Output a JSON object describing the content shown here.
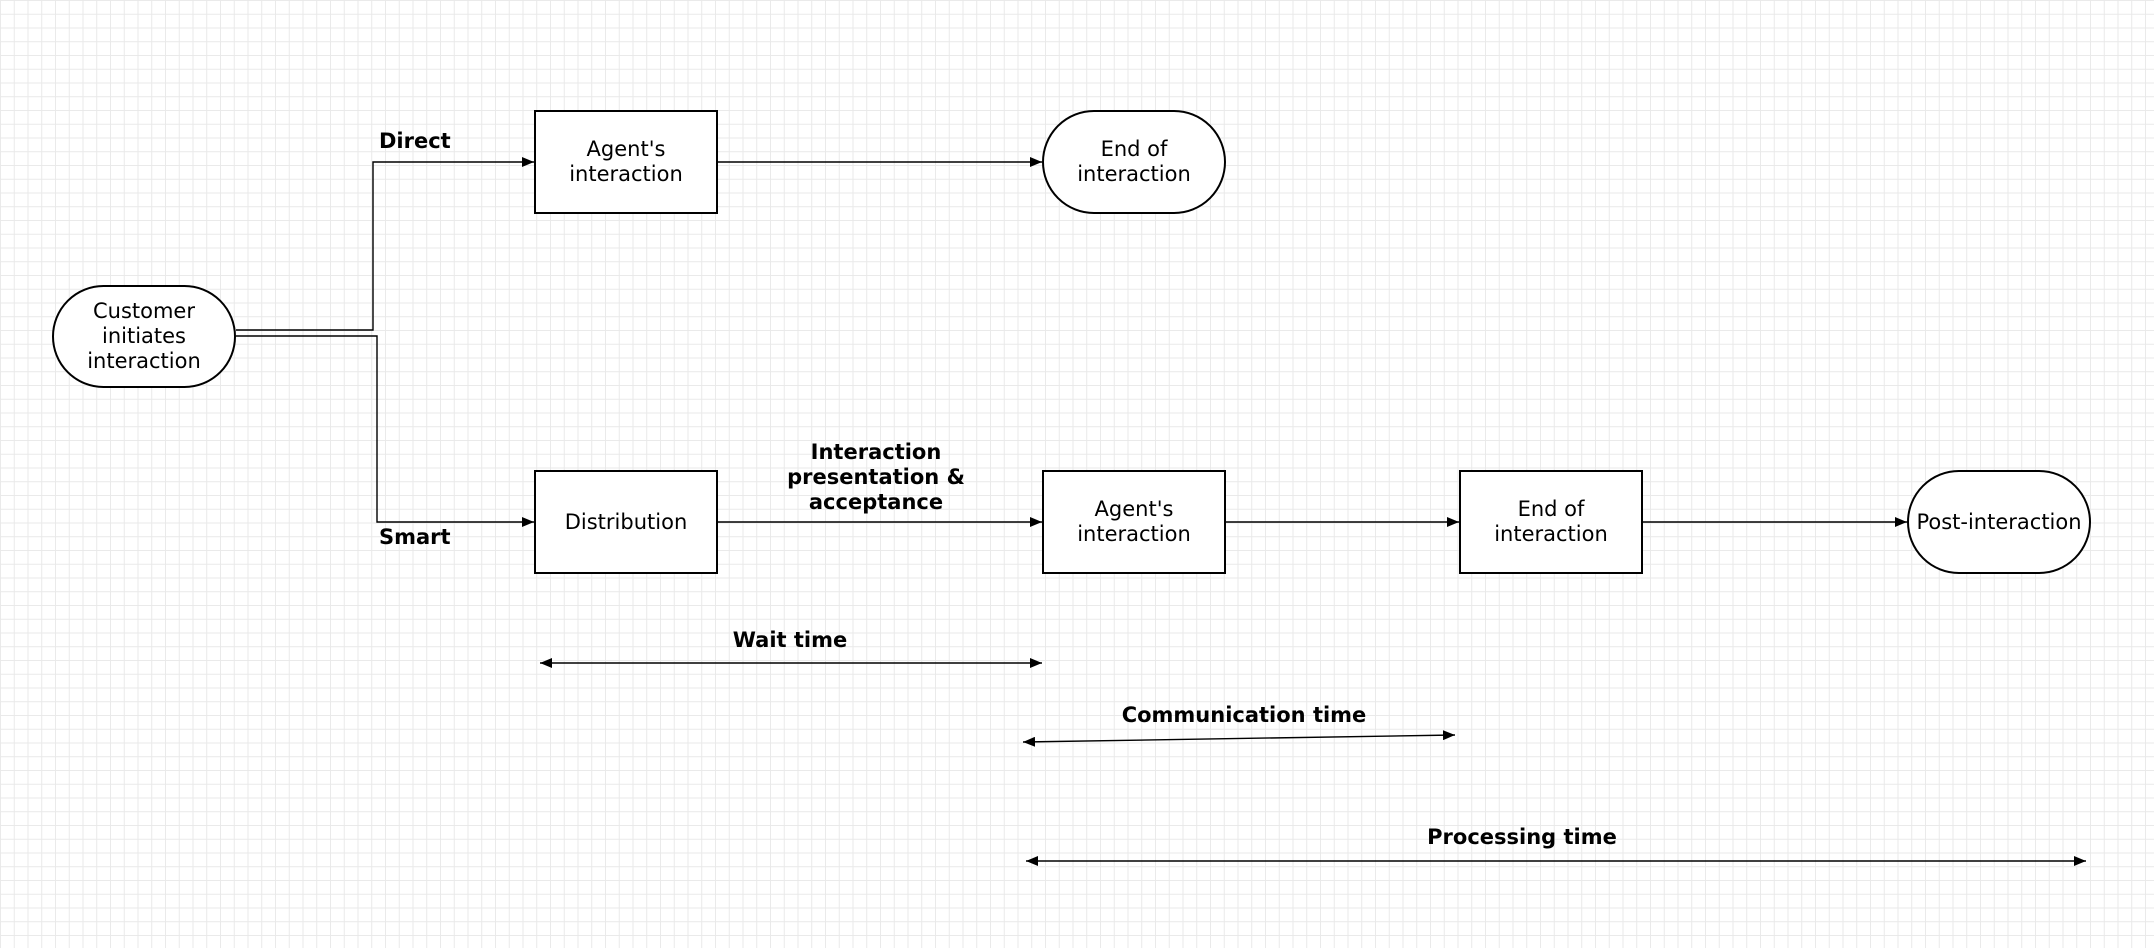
{
  "nodes": {
    "customer_start": "Customer\ninitiates\ninteraction",
    "direct_agent": "Agent's\ninteraction",
    "direct_end": "End of\ninteraction",
    "distribution": "Distribution",
    "smart_agent": "Agent's\ninteraction",
    "smart_end": "End of\ninteraction",
    "post_interaction": "Post-interaction"
  },
  "edge_labels": {
    "direct": "Direct",
    "smart": "Smart",
    "presentation": "Interaction\npresentation &\nacceptance"
  },
  "durations": {
    "wait": "Wait time",
    "communication": "Communication time",
    "processing": "Processing time"
  }
}
